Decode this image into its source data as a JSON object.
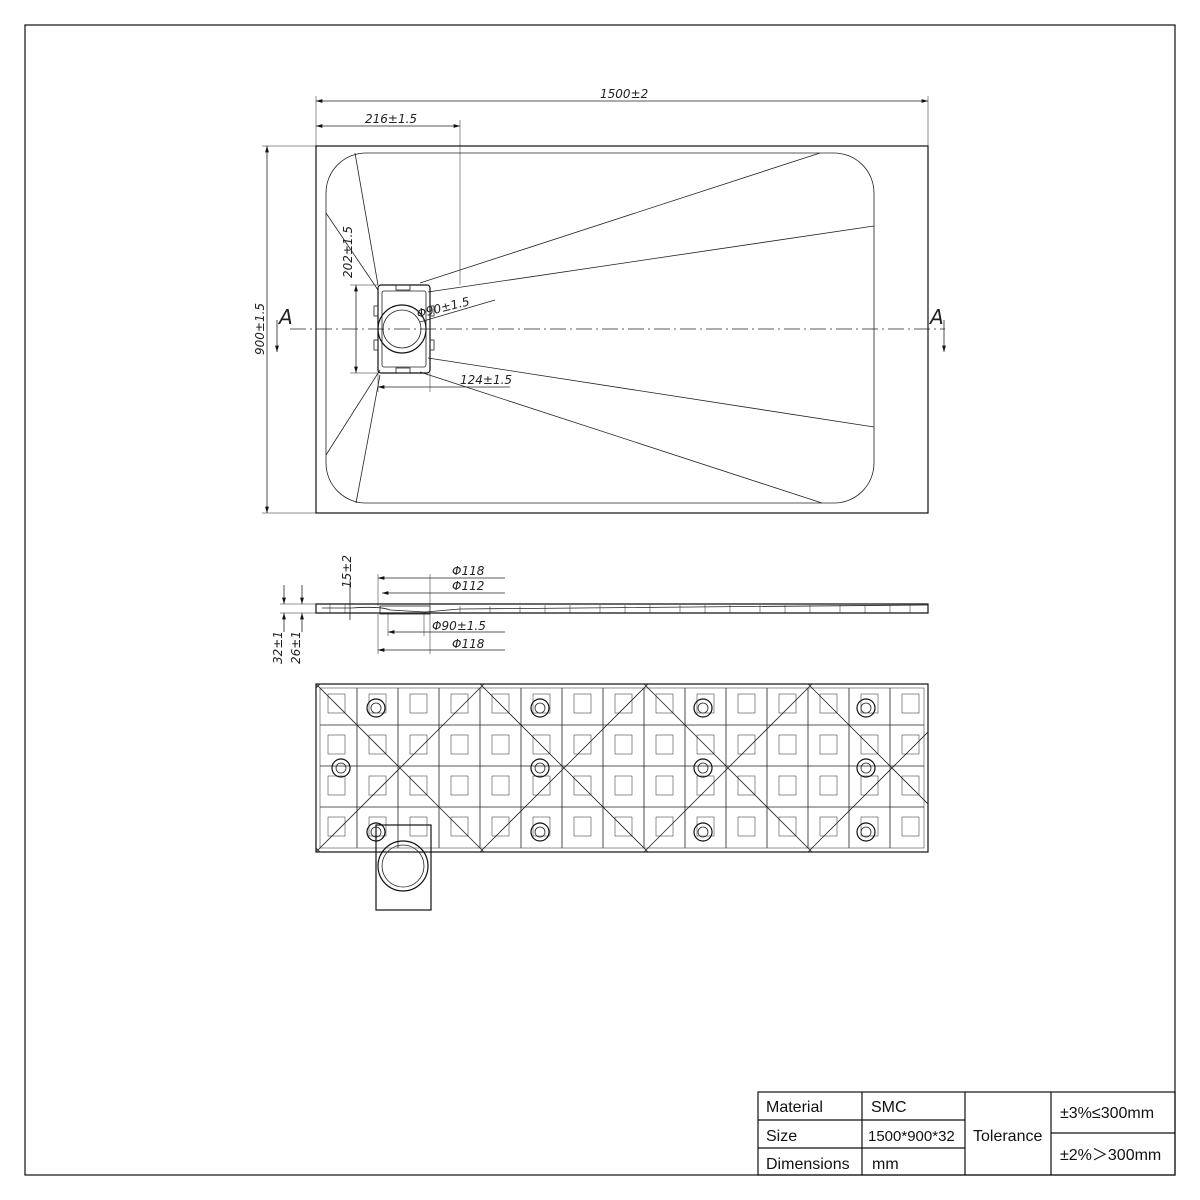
{
  "dimensions": {
    "overall_length": "1500±2",
    "drain_offset_x": "216±1.5",
    "drain_height": "202±1.5",
    "overall_width": "900±1.5",
    "drain_diameter": "Φ90±1.5",
    "drain_width": "124±1.5",
    "section_label": "A"
  },
  "section": {
    "lip": "15±2",
    "outer_diameter_top": "Φ118",
    "inner_diameter_top": "Φ112",
    "total_height": "32±1",
    "body_height": "26±1",
    "pipe_diameter": "Φ90±1.5",
    "outer_diameter_bottom": "Φ118"
  },
  "spec_table": {
    "material_label": "Material",
    "material_value": "SMC",
    "size_label": "Size",
    "size_value": "1500*900*32",
    "dimensions_label": "Dimensions",
    "dimensions_value": "mm",
    "tolerance_label": "Tolerance",
    "tolerance_small": "±3%≤300mm",
    "tolerance_large": "±2%＞300mm"
  }
}
